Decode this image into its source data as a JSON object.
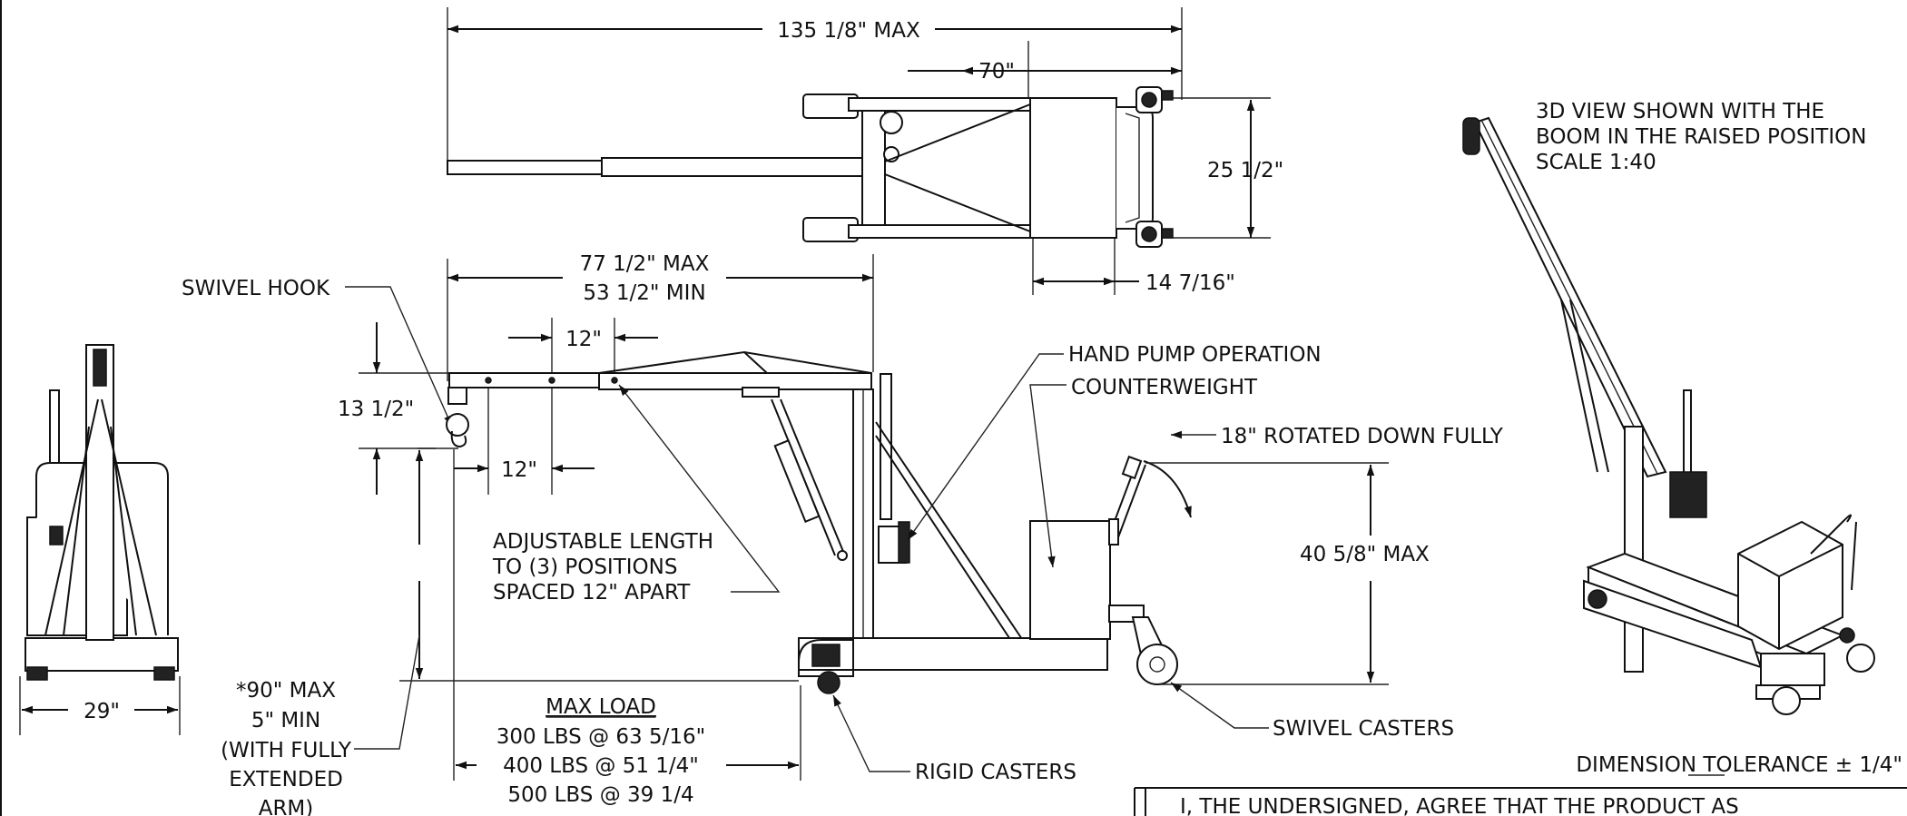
{
  "top_view": {
    "overall_length": "135 1/8\" MAX",
    "base_length": "70\"",
    "width": "25 1/2\"",
    "counterweight_width": "14 7/16\""
  },
  "side_view": {
    "boom_reach_max": "77 1/2\" MAX",
    "boom_reach_min": "53 1/2\" MIN",
    "hole_spacing_top": "12\"",
    "hole_spacing_bottom": "12\"",
    "hook_drop": "13 1/2\"",
    "swivel_hook": "SWIVEL HOOK",
    "hand_pump": "HAND PUMP OPERATION",
    "counterweight": "COUNTERWEIGHT",
    "handle_rotation": "18\" ROTATED DOWN FULLY",
    "handle_height": "40 5/8\" MAX",
    "adjustable_length": [
      "ADJUSTABLE LENGTH",
      "TO (3) POSITIONS",
      "SPACED 12\" APART"
    ],
    "height_range": [
      "*90\" MAX",
      "5\" MIN",
      "(WITH FULLY",
      "EXTENDED",
      "ARM)"
    ],
    "max_load_title": "MAX LOAD",
    "max_load_rows": [
      "300 LBS @ 63 5/16\"",
      "400 LBS @ 51 1/4\"",
      "500 LBS @ 39 1/4"
    ],
    "rigid_casters": "RIGID CASTERS",
    "swivel_casters": "SWIVEL CASTERS"
  },
  "front_view": {
    "width": "29\""
  },
  "iso_view": {
    "note": [
      "3D VIEW SHOWN WITH THE",
      "BOOM IN THE RAISED POSITION",
      "SCALE 1:40"
    ]
  },
  "footer": {
    "tolerance": "DIMENSION TOLERANCE ± 1/4\"",
    "agreement": "I, THE UNDERSIGNED, AGREE THAT THE PRODUCT AS"
  }
}
